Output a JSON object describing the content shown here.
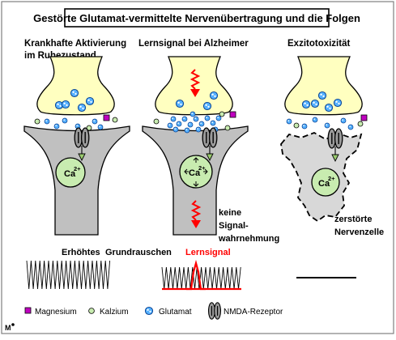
{
  "title": "Gestörte Glutamat-vermittelte Nervenübertragung und die Folgen",
  "panels": {
    "left": {
      "heading_line1": "Krankhafte Aktivierung",
      "heading_line2": "im Ruhezustand",
      "ion_label": "Ca",
      "ion_charge": "2+",
      "trace_label": "Erhöhtes"
    },
    "middle": {
      "heading": "Lernsignal bei Alzheimer",
      "ion_label": "Ca",
      "ion_charge": "2+",
      "note_line1": "keine",
      "note_line2": "Signal-",
      "note_line3": "wahrnehmung",
      "trace_label_black": "Grundrauschen",
      "trace_label_red": "Lernsignal"
    },
    "right": {
      "heading": "Exzitotoxizität",
      "ion_label": "Ca",
      "ion_charge": "2+",
      "note_line1": "zerstörte",
      "note_line2": "Nervenzelle"
    }
  },
  "legend": {
    "magnesium": "Magnesium",
    "calcium": "Kalzium",
    "glutamate": "Glutamat",
    "receptor": "NMDA-Rezeptor"
  },
  "signature": "M",
  "colors": {
    "vesicle_fill": "#ffffc0",
    "cell_fill": "#c0c0c0",
    "calcium_fill": "#c8ecb0",
    "glutamate_fill": "#55b0ff",
    "magnesium_fill": "#c000c0",
    "signal_red": "#ff0000"
  }
}
